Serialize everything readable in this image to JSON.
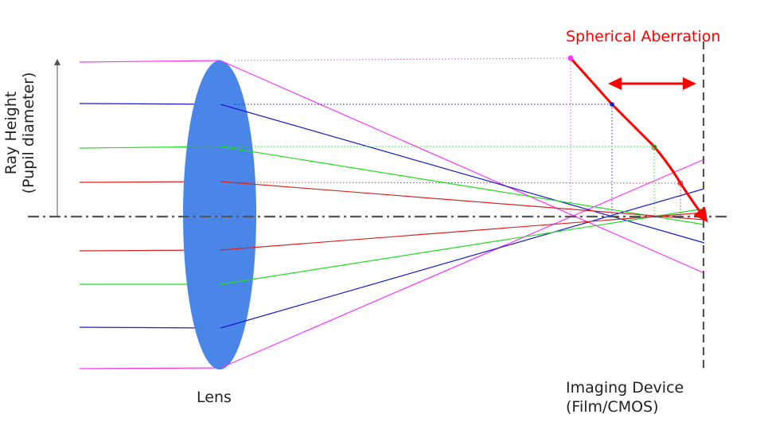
{
  "labels": {
    "lens": "Lens",
    "imaging_device_line1": "Imaging Device",
    "imaging_device_line2": "(Film/CMOS)",
    "aberration": "Spherical Aberration",
    "axis_line1": "Ray Height",
    "axis_line2": "(Pupil diameter)"
  },
  "colors": {
    "lens": "#4a86e8",
    "aberration": "#ff0000",
    "optical_axis": "#555555",
    "text": "#222222",
    "ray_outer": "#ff33ff",
    "ray_upper_mid": "#1a1acc",
    "ray_lower_mid": "#22dd22",
    "ray_inner": "#dd2222"
  }
}
